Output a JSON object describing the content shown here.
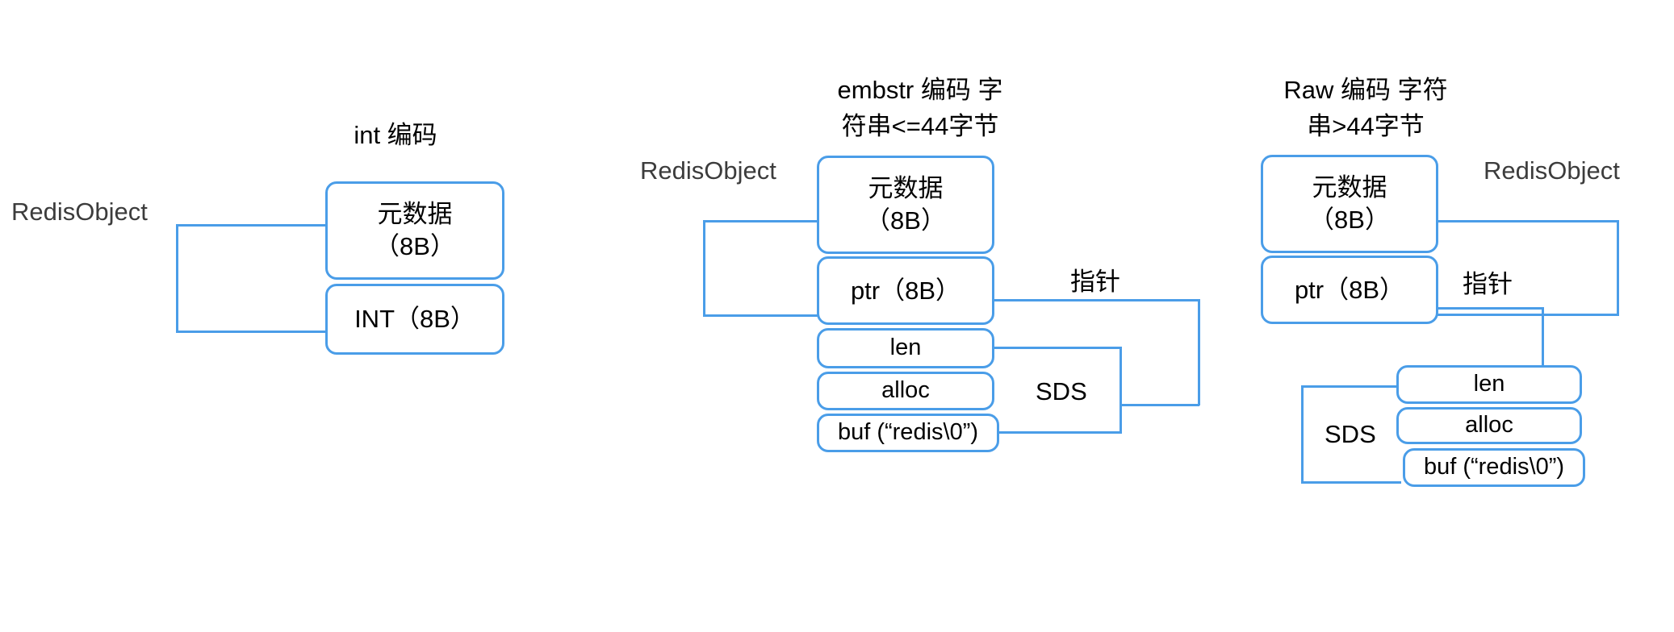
{
  "diagram": {
    "background_color": "#ffffff",
    "line_color": "#4a9de8",
    "text_color": "#000000",
    "label_color": "#3c3c3c"
  },
  "columns": {
    "int": {
      "title": "int 编码",
      "object_label": "RedisObject",
      "boxes": {
        "metadata": "元数据\n（8B）",
        "value": "INT（8B）"
      }
    },
    "embstr": {
      "title": "embstr 编码 字\n符串<=44字节",
      "object_label": "RedisObject",
      "pointer_label": "指针",
      "sds_label": "SDS",
      "boxes": {
        "metadata": "元数据\n（8B）",
        "ptr": "ptr（8B）",
        "len": "len",
        "alloc": "alloc",
        "buf": "buf (“redis\\0”)"
      }
    },
    "raw": {
      "title": "Raw 编码 字符\n串>44字节",
      "object_label": "RedisObject",
      "pointer_label": "指针",
      "sds_label": "SDS",
      "boxes": {
        "metadata": "元数据\n（8B）",
        "ptr": "ptr（8B）",
        "len": "len",
        "alloc": "alloc",
        "buf": "buf (“redis\\0”)"
      }
    }
  }
}
